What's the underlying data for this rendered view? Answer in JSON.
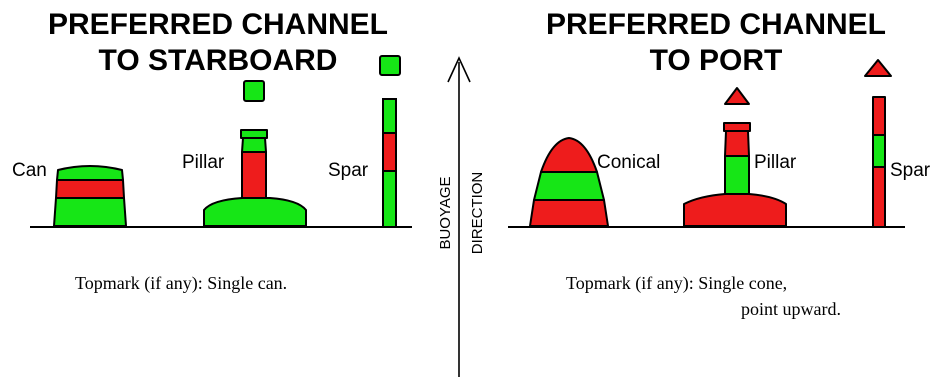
{
  "colors": {
    "green": "#16e616",
    "red": "#ee1c1c",
    "outline": "#000000"
  },
  "starboard": {
    "title_line1": "PREFERRED CHANNEL",
    "title_line2": "TO STARBOARD",
    "can_label": "Can",
    "pillar_label": "Pillar",
    "spar_label": "Spar",
    "topmark_note": "Topmark (if any):  Single can."
  },
  "direction": {
    "line1": "BUOYAGE",
    "line2": "DIRECTION"
  },
  "port": {
    "title_line1": "PREFERRED CHANNEL",
    "title_line2": "TO PORT",
    "conical_label": "Conical",
    "pillar_label": "Pillar",
    "spar_label": "Spar",
    "topmark_note_line1": "Topmark (if any):  Single cone,",
    "topmark_note_line2": "point upward."
  }
}
